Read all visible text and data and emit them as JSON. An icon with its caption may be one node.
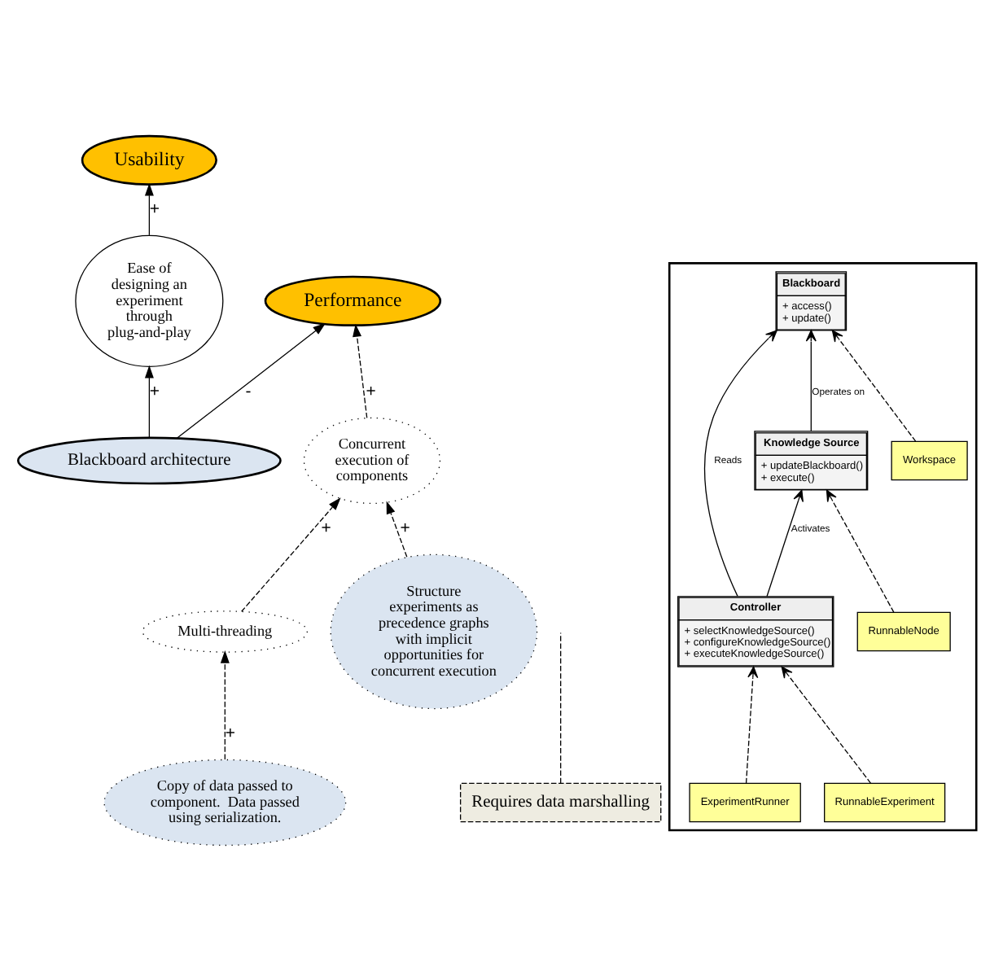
{
  "diagram": {
    "nodes": [
      {
        "text": [
          "Usability"
        ]
      },
      {
        "text": [
          "Performance"
        ]
      },
      {
        "text": [
          "Requires data marshalling"
        ]
      },
      {
        "text": [
          "Concurrent execution of components"
        ]
      },
      {
        "text": [
          "Ease of designing an experiment through plug-and-play"
        ]
      },
      {
        "text": [
          "Blackboard architecture"
        ]
      },
      {
        "text": [
          "Multi-threading"
        ]
      },
      {
        "text": [
          "Structure experiments as precedence graphs with implicit opportunities for concurrent execution"
        ]
      },
      {
        "text": [],
        "shape": "box"
      },
      {
        "text": [
          "Blackboard",
          "+ access()",
          "+ update()"
        ],
        "in": 8
      },
      {
        "text": [
          "Knowledge Source",
          "+ updateBlackboard()",
          "+ execute()"
        ],
        "in": 8
      },
      {
        "text": [
          "Workspace"
        ],
        "in": 8
      },
      {
        "text": [
          "Controller",
          "+ selectKnowledgeSource()",
          "+ configureKnowledgeSource()",
          "+ executeKnowledgeSource()"
        ],
        "in": 8
      },
      {
        "text": [
          "RunnableNode"
        ],
        "in": 8
      },
      {
        "text": [
          "RunnableExperiment"
        ],
        "in": 8
      },
      {
        "text": [
          "ExperimentRunner"
        ],
        "in": 8
      },
      {
        "text": [
          "Copy of data passed to component.  Data passed using serialization."
        ]
      }
    ],
    "edges": [
      {
        "from": 4,
        "to": 0,
        "arrow": "to",
        "label": "+"
      },
      {
        "from": 3,
        "to": 1,
        "arrow": "to",
        "label": "+",
        "style": "dashed"
      },
      {
        "from": 5,
        "to": 1,
        "arrow": "to",
        "label": "-"
      },
      {
        "from": 2,
        "to": null,
        "arrow": "none",
        "style": "dashed"
      },
      {
        "from": 5,
        "to": 4,
        "arrow": "to",
        "label": "+"
      },
      {
        "from": 7,
        "to": 3,
        "arrow": "to",
        "label": "+",
        "style": "dashed"
      },
      {
        "from": 6,
        "to": 3,
        "arrow": "to",
        "label": "+",
        "style": "dashed"
      },
      {
        "from": 16,
        "to": 6,
        "arrow": "to",
        "label": "+",
        "style": "dashed"
      },
      {
        "from": 10,
        "to": 9,
        "arrow": "to",
        "label": "Operates on"
      },
      {
        "from": 11,
        "to": 9,
        "arrow": "to",
        "style": "dashed"
      },
      {
        "from": 12,
        "to": 9,
        "arrow": "to",
        "label": "Reads"
      },
      {
        "from": 12,
        "to": 10,
        "arrow": "to",
        "label": "Activates"
      },
      {
        "from": 13,
        "to": 10,
        "arrow": "to",
        "style": "dashed"
      },
      {
        "from": 14,
        "to": 12,
        "arrow": "to",
        "style": "dashed"
      },
      {
        "from": 15,
        "to": 12,
        "arrow": "to",
        "style": "dashed"
      }
    ]
  }
}
